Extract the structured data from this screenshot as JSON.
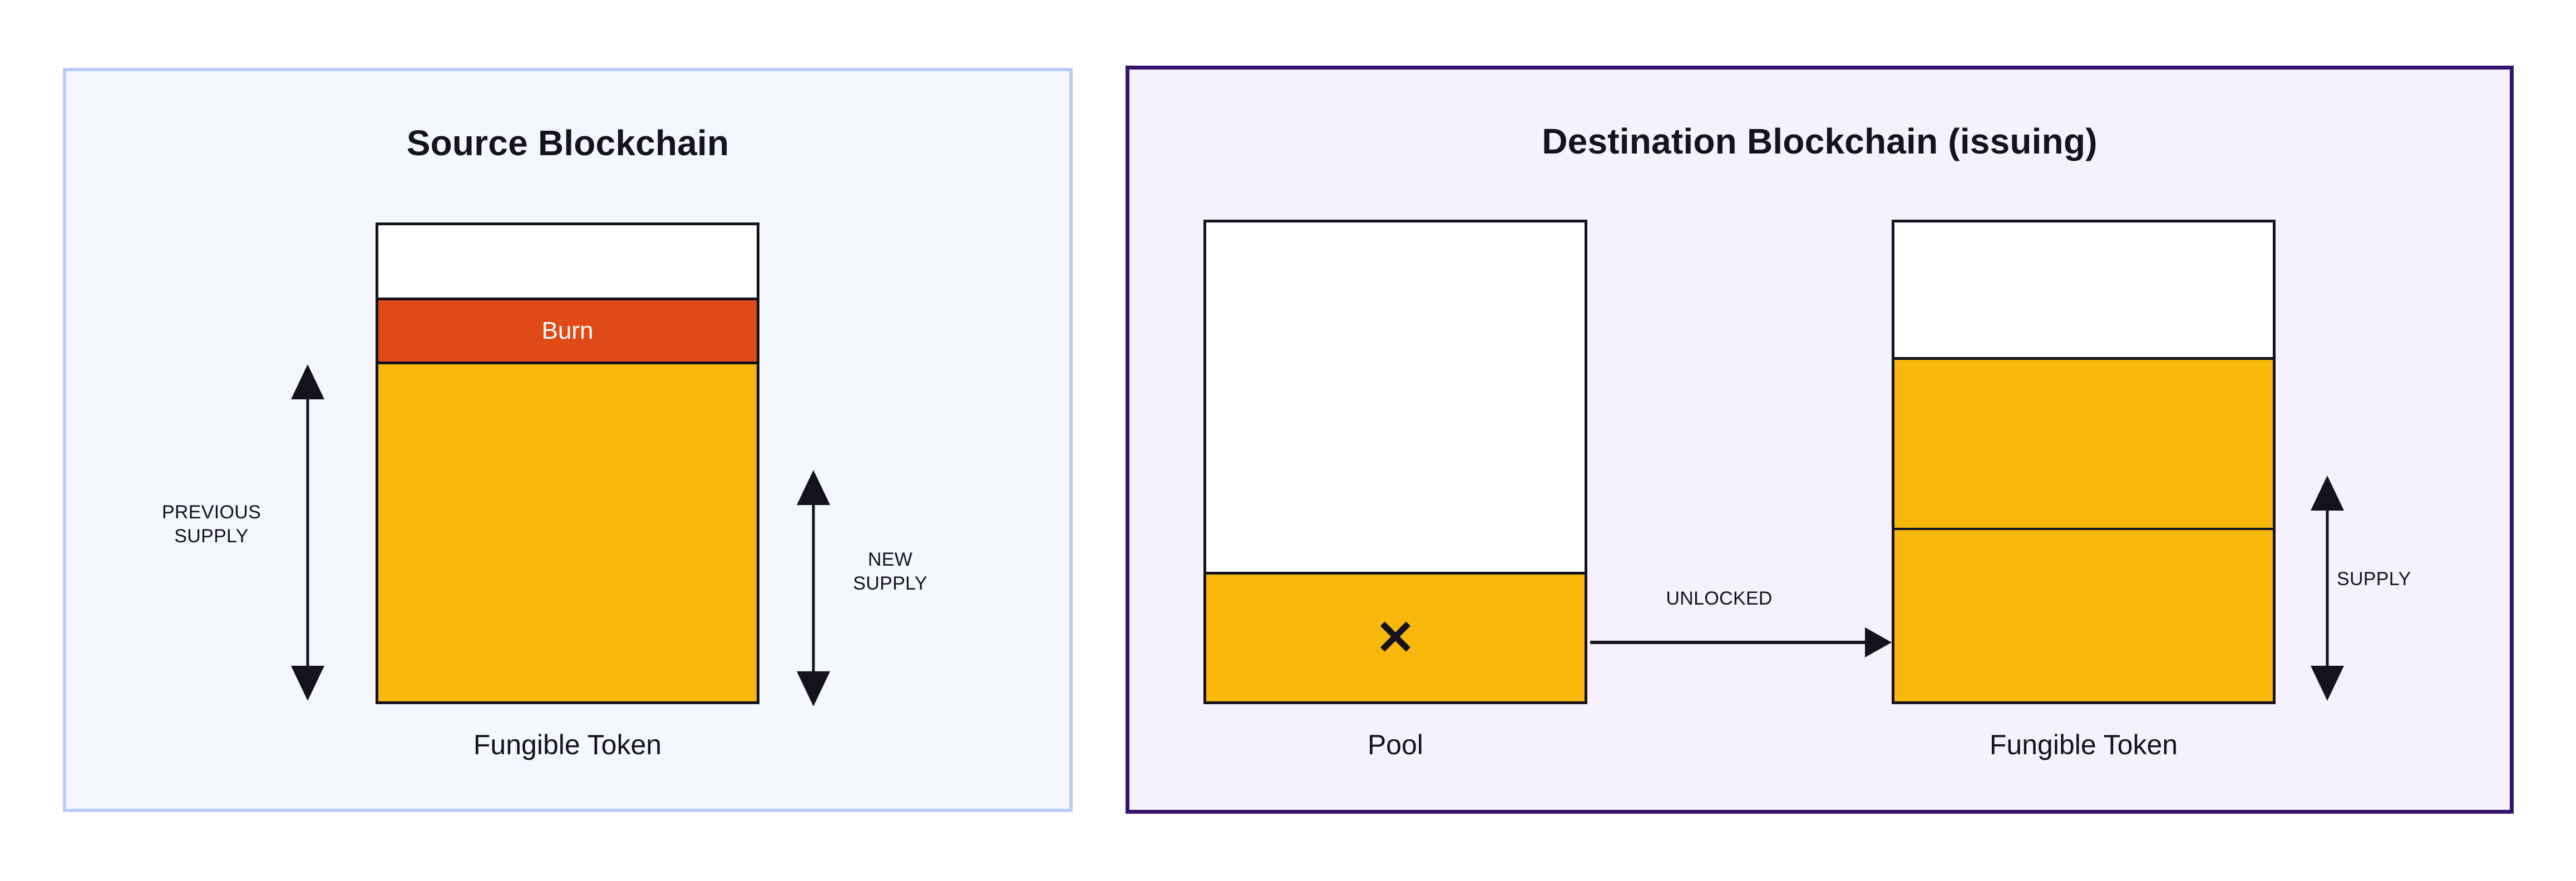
{
  "diagram": {
    "title_source": "Source Blockchain",
    "title_destination": "Destination Blockchain (issuing)"
  },
  "source_panel": {
    "title": "Source Blockchain",
    "background_color": "#f4f7fe",
    "border_color": "#b9cdf5",
    "token_stack": {
      "caption": "Fungible Token",
      "segments": [
        {
          "name": "empty-headroom",
          "label": "",
          "color": "#ffffff"
        },
        {
          "name": "burn",
          "label": "Burn",
          "color": "#e04a18"
        },
        {
          "name": "remaining-supply",
          "label": "",
          "color": "#f7b80b"
        }
      ]
    },
    "annotations": {
      "previous_supply": "PREVIOUS\nSUPPLY",
      "previous_supply_line1": "PREVIOUS",
      "previous_supply_line2": "SUPPLY",
      "new_supply_line1": "NEW",
      "new_supply_line2": "SUPPLY"
    }
  },
  "destination_panel": {
    "title": "Destination Blockchain (issuing)",
    "background_color": "#f5f2fe",
    "border_color": "#35156e",
    "pool_stack": {
      "caption": "Pool",
      "mark": "✕",
      "mark_icon_name": "cross-mark-icon",
      "segments": [
        {
          "name": "empty-headroom",
          "label": "",
          "color": "#ffffff"
        },
        {
          "name": "pool-balance",
          "label": "",
          "color": "#f7b80b"
        }
      ]
    },
    "token_stack": {
      "caption": "Fungible Token",
      "segments": [
        {
          "name": "empty-headroom",
          "label": "",
          "color": "#ffffff"
        },
        {
          "name": "existing-supply",
          "label": "",
          "color": "#f7b80b"
        },
        {
          "name": "newly-issued",
          "label": "",
          "color": "#f7b80b"
        }
      ]
    },
    "annotations": {
      "unlocked": "UNLOCKED",
      "supply": "SUPPLY"
    }
  },
  "colors": {
    "burn": "#e04a18",
    "token_gold": "#f7b80b",
    "outline": "#14121c",
    "source_panel_bg": "#f4f7fe",
    "source_panel_border": "#b9cdf5",
    "dest_panel_bg": "#f5f2fe",
    "dest_panel_border": "#35156e"
  }
}
